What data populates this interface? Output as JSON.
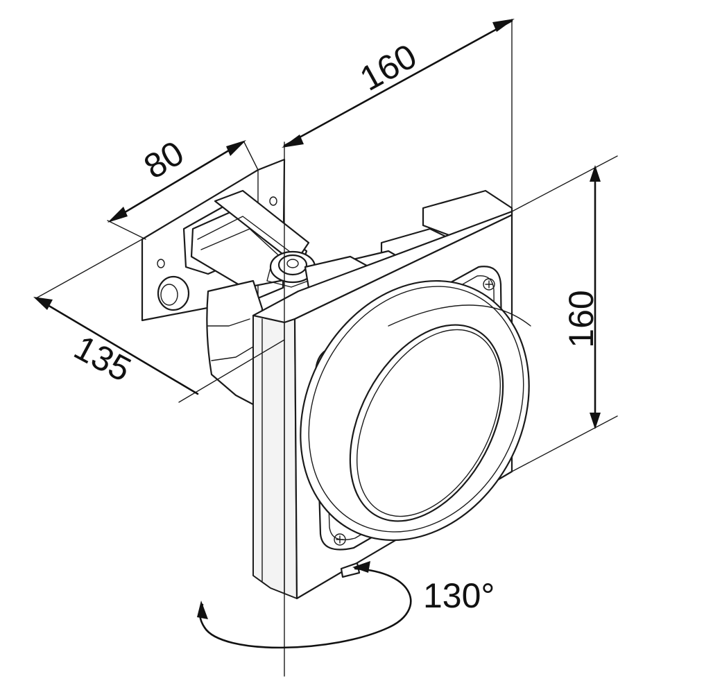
{
  "dimensions": {
    "top_width": "80",
    "depth": "135",
    "width": "160",
    "height": "160",
    "rotation": "130°"
  }
}
